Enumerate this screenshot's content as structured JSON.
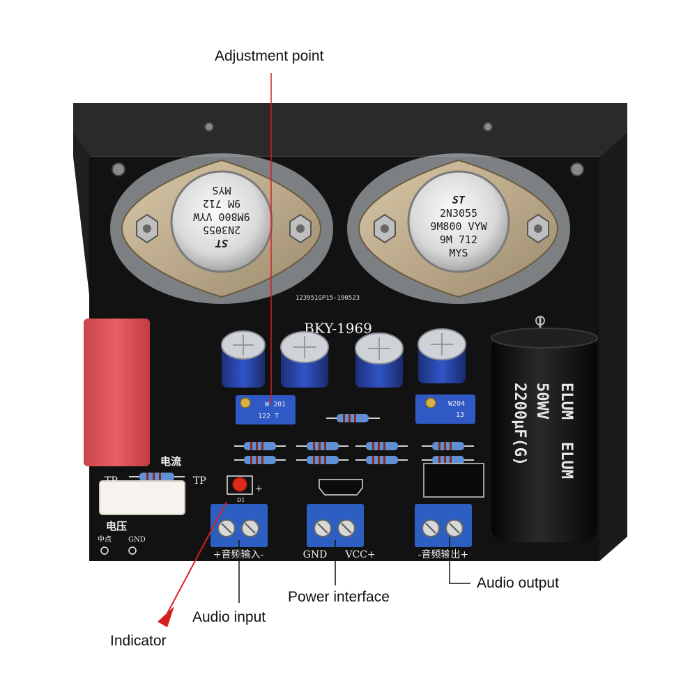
{
  "callouts": {
    "adjustment_point": "Adjustment point",
    "indicator": "Indicator",
    "audio_input": "Audio input",
    "power_interface": "Power interface",
    "audio_output": "Audio output"
  },
  "board": {
    "model": "BKY-1969",
    "serial": "123951GP15-190523",
    "tp_left": "TP",
    "tp_right": "TP",
    "current_label": "电流",
    "voltage_label": "电压",
    "midpoint_label": "中点",
    "gnd_small": "GND",
    "input_label": "+音频输入-",
    "gnd_label": "GND",
    "vcc_label": "VCC+",
    "output_label": "-音频输出+",
    "led_ref": "D1",
    "trimmer_left_code": "W 201",
    "trimmer_left_value": "122 T",
    "trimmer_right_code": "W204",
    "trimmer_right_value": "13"
  },
  "transistors": [
    {
      "brand": "ST",
      "part": "2N3055",
      "line2": "9M800 VYW",
      "line3": "9M 712",
      "line4": "MYS"
    },
    {
      "brand": "ST",
      "part": "2N3055",
      "line2": "9M800 VYW",
      "line3": "9M 712",
      "line4": "MYS"
    }
  ],
  "capacitor": {
    "brand": "ELUM",
    "voltage": "50WV",
    "value": "2200µF(G)"
  },
  "colors": {
    "pcb": "#141414",
    "heatsink": "#1e1e1e",
    "callout_line": "#d42020",
    "terminal_blue": "#2d5fc2",
    "cap_blue": "#1f3f9e"
  }
}
